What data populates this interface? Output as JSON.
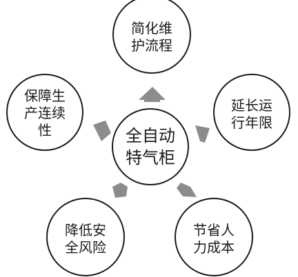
{
  "center": {
    "line1": "全自动",
    "line2": "特气柜"
  },
  "benefits": [
    {
      "line1": "简化维",
      "line2": "护流程"
    },
    {
      "line1": "延长运",
      "line2": "行年限"
    },
    {
      "line1": "节省人",
      "line2": "力成本"
    },
    {
      "line1": "降低安",
      "line2": "全风险"
    },
    {
      "line1": "保障生",
      "line2": "产连续",
      "line3": "性"
    }
  ],
  "colors": {
    "arrow": "#8c8c8c",
    "stroke": "#1a1a1a",
    "background": "#ffffff"
  }
}
